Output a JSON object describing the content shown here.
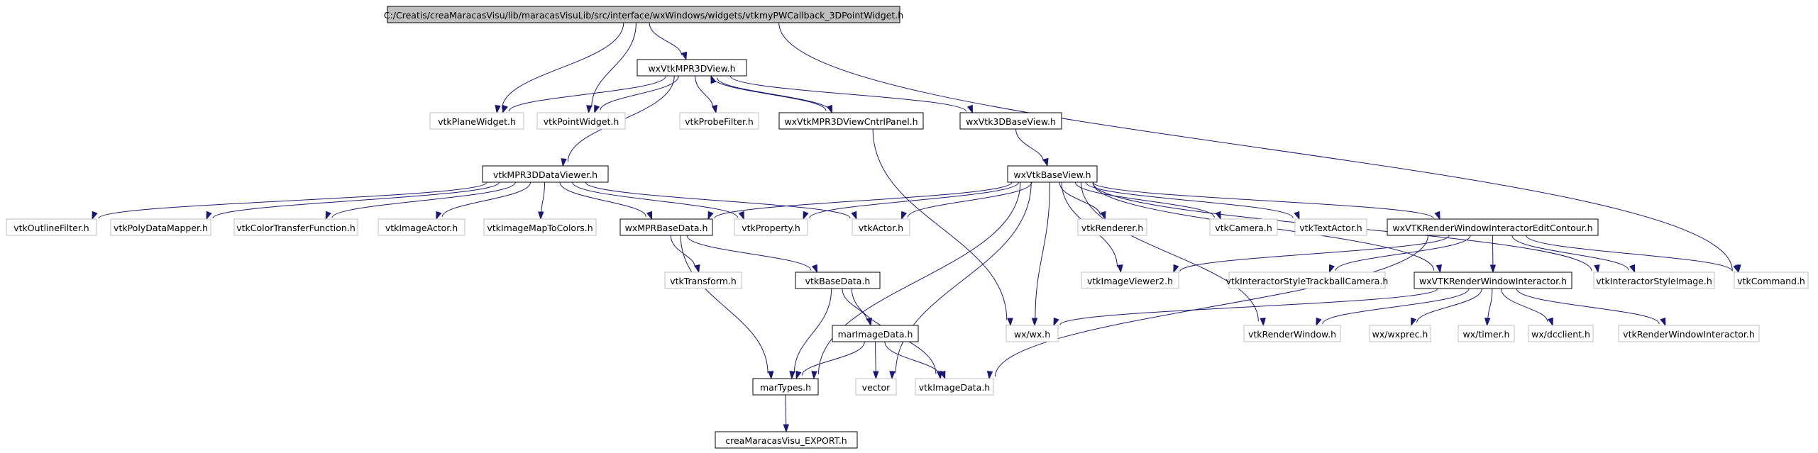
{
  "graph": {
    "root": "C:/Creatis/creaMaracasVisu/lib/maracasVisuLib/src/interface/wxWindows/widgets/vtkmyPWCallback_3DPointWidget.h",
    "nodes": [
      {
        "id": "root",
        "label": "C:/Creatis/creaMaracasVisu/lib/maracasVisuLib/src/interface/wxWindows/widgets/vtkmyPWCallback_3DPointWidget.h",
        "style": "root"
      },
      {
        "id": "mpr3dview",
        "label": "wxVtkMPR3DView.h",
        "style": "doc"
      },
      {
        "id": "planewidget",
        "label": "vtkPlaneWidget.h",
        "style": "ext"
      },
      {
        "id": "pointwidget",
        "label": "vtkPointWidget.h",
        "style": "ext"
      },
      {
        "id": "probefilter",
        "label": "vtkProbeFilter.h",
        "style": "ext"
      },
      {
        "id": "cntrlpanel",
        "label": "wxVtkMPR3DViewCntrlPanel.h",
        "style": "doc"
      },
      {
        "id": "vtk3dbaseview",
        "label": "wxVtk3DBaseView.h",
        "style": "doc"
      },
      {
        "id": "mpr3ddataviewer",
        "label": "vtkMPR3DDataViewer.h",
        "style": "doc"
      },
      {
        "id": "basetview",
        "label": "wxVtkBaseView.h",
        "style": "doc"
      },
      {
        "id": "outlinefilter",
        "label": "vtkOutlineFilter.h",
        "style": "ext"
      },
      {
        "id": "polydatamapper",
        "label": "vtkPolyDataMapper.h",
        "style": "ext"
      },
      {
        "id": "colortransfer",
        "label": "vtkColorTransferFunction.h",
        "style": "ext"
      },
      {
        "id": "imageactor",
        "label": "vtkImageActor.h",
        "style": "ext"
      },
      {
        "id": "imagemaptocolors",
        "label": "vtkImageMapToColors.h",
        "style": "ext"
      },
      {
        "id": "mprbasedata",
        "label": "wxMPRBaseData.h",
        "style": "doc"
      },
      {
        "id": "property",
        "label": "vtkProperty.h",
        "style": "ext"
      },
      {
        "id": "actor",
        "label": "vtkActor.h",
        "style": "ext"
      },
      {
        "id": "renderer",
        "label": "vtkRenderer.h",
        "style": "ext"
      },
      {
        "id": "camera",
        "label": "vtkCamera.h",
        "style": "ext"
      },
      {
        "id": "textactor",
        "label": "vtkTextActor.h",
        "style": "ext"
      },
      {
        "id": "editcontour",
        "label": "wxVTKRenderWindowInteractorEditContour.h",
        "style": "doc"
      },
      {
        "id": "transform",
        "label": "vtkTransform.h",
        "style": "ext"
      },
      {
        "id": "basedata",
        "label": "vtkBaseData.h",
        "style": "doc"
      },
      {
        "id": "imageviewer2",
        "label": "vtkImageViewer2.h",
        "style": "ext"
      },
      {
        "id": "trackballcam",
        "label": "vtkInteractorStyleTrackballCamera.h",
        "style": "ext"
      },
      {
        "id": "rwi",
        "label": "wxVTKRenderWindowInteractor.h",
        "style": "doc"
      },
      {
        "id": "interactorstyleimage",
        "label": "vtkInteractorStyleImage.h",
        "style": "ext"
      },
      {
        "id": "vtkcommand",
        "label": "vtkCommand.h",
        "style": "ext"
      },
      {
        "id": "marimagedata",
        "label": "marImageData.h",
        "style": "doc"
      },
      {
        "id": "wxwx",
        "label": "wx/wx.h",
        "style": "ext"
      },
      {
        "id": "renderwindow",
        "label": "vtkRenderWindow.h",
        "style": "ext"
      },
      {
        "id": "wxprec",
        "label": "wx/wxprec.h",
        "style": "ext"
      },
      {
        "id": "wxtimer",
        "label": "wx/timer.h",
        "style": "ext"
      },
      {
        "id": "dcclient",
        "label": "wx/dcclient.h",
        "style": "ext"
      },
      {
        "id": "vtkrwi",
        "label": "vtkRenderWindowInteractor.h",
        "style": "ext"
      },
      {
        "id": "martypes",
        "label": "marTypes.h",
        "style": "doc"
      },
      {
        "id": "vector",
        "label": "vector",
        "style": "ext"
      },
      {
        "id": "imagedata",
        "label": "vtkImageData.h",
        "style": "ext"
      },
      {
        "id": "export",
        "label": "creaMaracasVisu_EXPORT.h",
        "style": "doc"
      }
    ],
    "edges": [
      [
        "root",
        "mpr3dview"
      ],
      [
        "root",
        "planewidget"
      ],
      [
        "root",
        "pointwidget"
      ],
      [
        "root",
        "vtkcommand"
      ],
      [
        "mpr3dview",
        "planewidget"
      ],
      [
        "mpr3dview",
        "pointwidget"
      ],
      [
        "mpr3dview",
        "probefilter"
      ],
      [
        "mpr3dview",
        "cntrlpanel"
      ],
      [
        "mpr3dview",
        "vtk3dbaseview"
      ],
      [
        "mpr3dview",
        "mpr3ddataviewer"
      ],
      [
        "cntrlpanel",
        "mpr3dview"
      ],
      [
        "cntrlpanel",
        "wxwx"
      ],
      [
        "vtk3dbaseview",
        "basetview"
      ],
      [
        "mpr3ddataviewer",
        "outlinefilter"
      ],
      [
        "mpr3ddataviewer",
        "polydatamapper"
      ],
      [
        "mpr3ddataviewer",
        "colortransfer"
      ],
      [
        "mpr3ddataviewer",
        "imageactor"
      ],
      [
        "mpr3ddataviewer",
        "imagemaptocolors"
      ],
      [
        "mpr3ddataviewer",
        "mprbasedata"
      ],
      [
        "mpr3ddataviewer",
        "property"
      ],
      [
        "mpr3ddataviewer",
        "actor"
      ],
      [
        "basetview",
        "mprbasedata"
      ],
      [
        "basetview",
        "property"
      ],
      [
        "basetview",
        "actor"
      ],
      [
        "basetview",
        "renderer"
      ],
      [
        "basetview",
        "camera"
      ],
      [
        "basetview",
        "textactor"
      ],
      [
        "basetview",
        "editcontour"
      ],
      [
        "basetview",
        "imageviewer2"
      ],
      [
        "basetview",
        "rwi"
      ],
      [
        "basetview",
        "interactorstyleimage"
      ],
      [
        "basetview",
        "wxwx"
      ],
      [
        "basetview",
        "renderwindow"
      ],
      [
        "basetview",
        "vector"
      ],
      [
        "basetview",
        "martypes"
      ],
      [
        "mprbasedata",
        "transform"
      ],
      [
        "mprbasedata",
        "basedata"
      ],
      [
        "mprbasedata",
        "martypes"
      ],
      [
        "basedata",
        "marimagedata"
      ],
      [
        "basedata",
        "martypes"
      ],
      [
        "basedata",
        "imagedata"
      ],
      [
        "marimagedata",
        "martypes"
      ],
      [
        "marimagedata",
        "vector"
      ],
      [
        "marimagedata",
        "imagedata"
      ],
      [
        "editcontour",
        "imageviewer2"
      ],
      [
        "editcontour",
        "trackballcam"
      ],
      [
        "editcontour",
        "rwi"
      ],
      [
        "editcontour",
        "interactorstyleimage"
      ],
      [
        "editcontour",
        "vtkcommand"
      ],
      [
        "editcontour",
        "imagedata"
      ],
      [
        "rwi",
        "wxwx"
      ],
      [
        "rwi",
        "renderwindow"
      ],
      [
        "rwi",
        "wxprec"
      ],
      [
        "rwi",
        "wxtimer"
      ],
      [
        "rwi",
        "dcclient"
      ],
      [
        "rwi",
        "vtkrwi"
      ],
      [
        "martypes",
        "export"
      ]
    ]
  }
}
